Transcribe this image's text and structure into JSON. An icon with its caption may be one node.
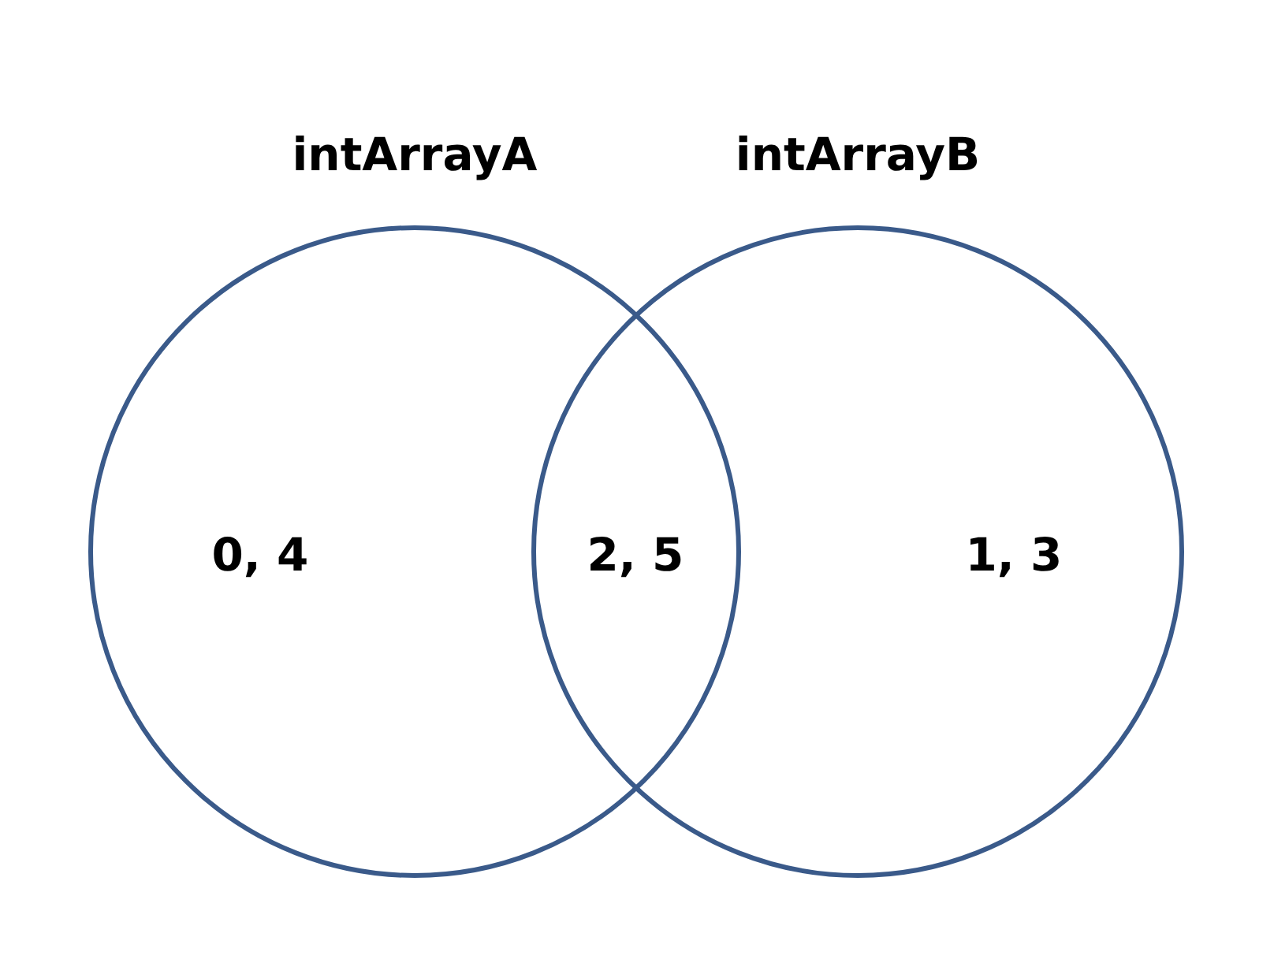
{
  "diagram": {
    "nodes": [
      {
        "text": [
          "intArrayA",
          "0, 4"
        ]
      },
      {
        "text": [
          "intArrayB",
          "1, 3"
        ]
      }
    ],
    "labels": [
      "2, 5"
    ]
  }
}
